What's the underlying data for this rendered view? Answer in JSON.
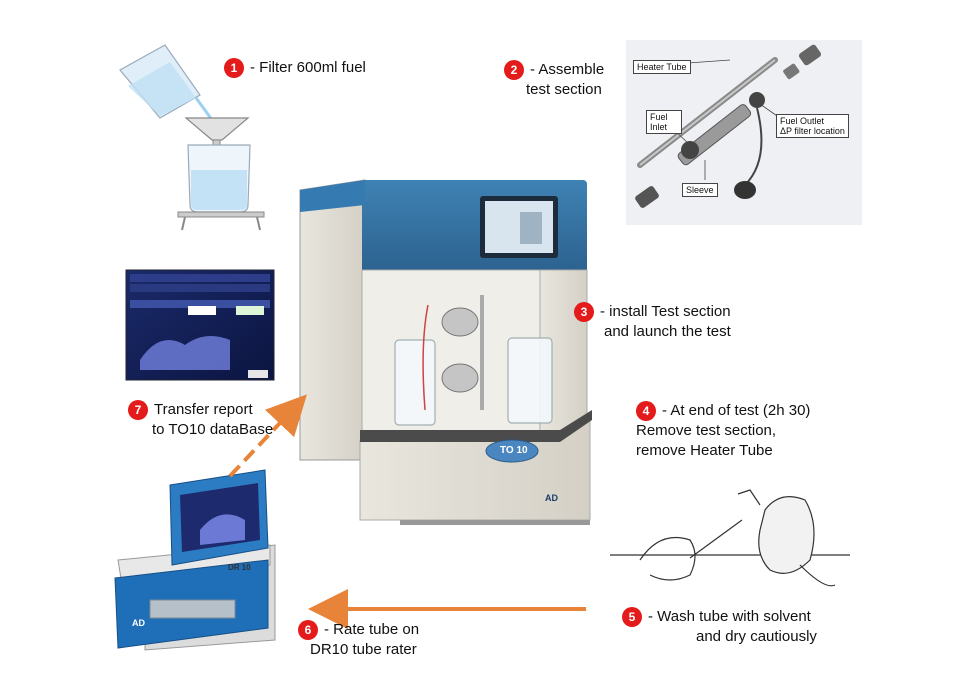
{
  "steps": {
    "s1": {
      "num": "1",
      "text": "- Filter 600ml fuel"
    },
    "s2": {
      "num": "2",
      "line1": "- Assemble",
      "line2": "test section"
    },
    "s3": {
      "num": "3",
      "line1": "- install Test section",
      "line2": "and launch the test"
    },
    "s4": {
      "num": "4",
      "line1": "- At end of test (2h 30)",
      "line2": "Remove test section,",
      "line3": "remove Heater Tube"
    },
    "s5": {
      "num": "5",
      "line1": "- Wash tube with solvent",
      "line2": "and dry cautiously"
    },
    "s6": {
      "num": "6",
      "line1": "- Rate tube on",
      "line2": "DR10 tube rater"
    },
    "s7": {
      "num": "7",
      "line1": "Transfer report",
      "line2": "to TO10 dataBase"
    }
  },
  "assembly_labels": {
    "heater_tube": "Heater Tube",
    "fuel_inlet": "Fuel Inlet",
    "fuel_outlet_1": "Fuel Outlet",
    "fuel_outlet_2": "ΔP filter location",
    "sleeve": "Sleeve"
  },
  "machine": {
    "badge": "TO 10",
    "logo": "AD"
  },
  "rater": {
    "badge": "DR 10",
    "logo": "AD"
  },
  "colors": {
    "step_number": "#e31b1b",
    "arrow": "#e8843a",
    "machine_blue": "#2f6e9f",
    "rater_blue": "#1f6fb8"
  }
}
